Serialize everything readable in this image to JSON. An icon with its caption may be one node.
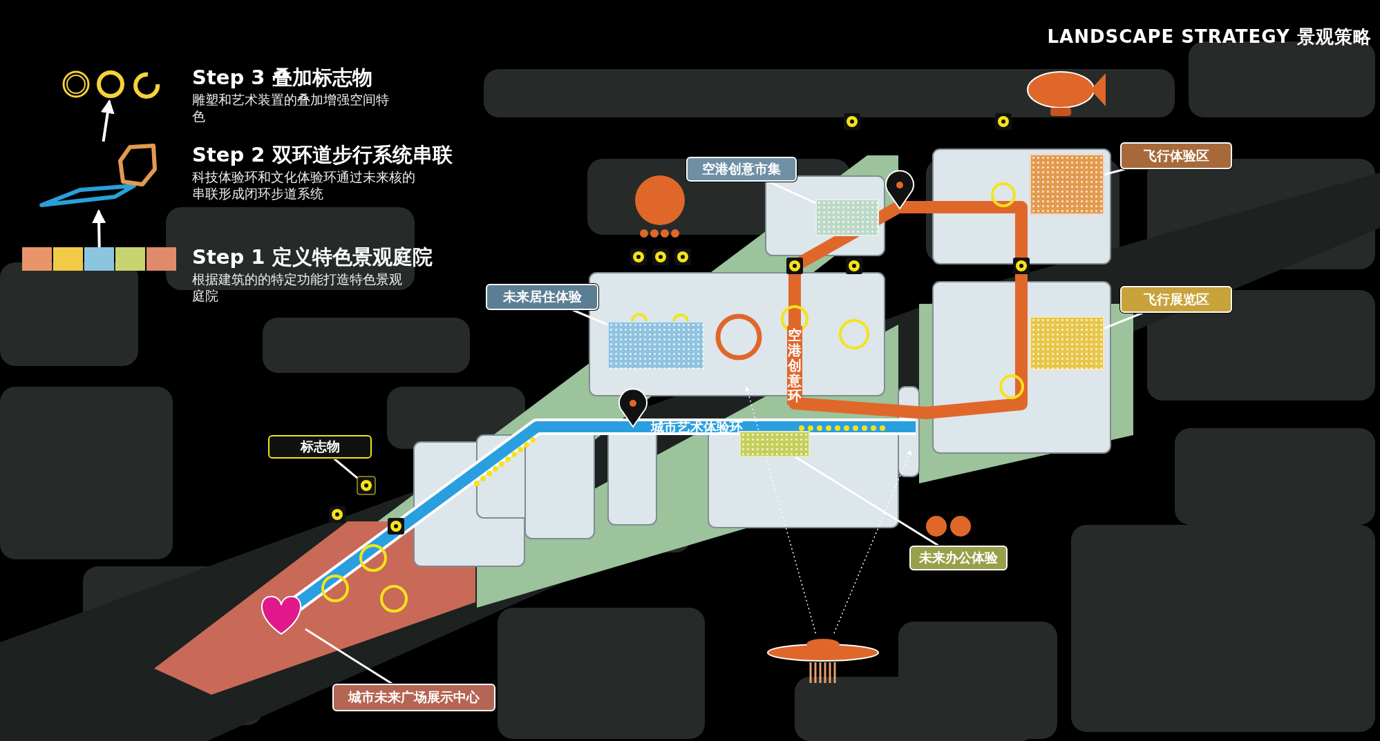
{
  "diagram": {
    "title": "LANDSCAPE STRATEGY 景观策略",
    "nodes": [
      {
        "text": [
          "Step 3 叠加标志物",
          "雕塑和艺术装置的叠加增强空间特色"
        ]
      },
      {
        "text": [
          "Step 2 双环道步行系统串联",
          "科技体验环和文化体验环通过未来核的串联形成闭环步道系统"
        ]
      },
      {
        "text": [
          "Step 1 定义特色景观庭院",
          "根据建筑的的特定功能打造特色景观庭院"
        ]
      },
      {
        "text": [],
        "shape": "picture"
      },
      {
        "text": [],
        "shape": "picture"
      },
      {
        "text": [],
        "shape": "picture"
      },
      {
        "text": [
          "空港创意市集"
        ]
      },
      {
        "text": [
          "未来居住体验"
        ]
      },
      {
        "text": [
          "飞行体验区"
        ]
      },
      {
        "text": [
          "飞行展览区"
        ]
      },
      {
        "text": [
          "未来办公体验"
        ]
      },
      {
        "text": [
          "标志物"
        ]
      },
      {
        "text": [
          "城市未来广场展示中心"
        ]
      },
      {
        "text": [],
        "shape": "box"
      },
      {
        "text": [],
        "shape": "box"
      },
      {
        "text": [],
        "shape": "box"
      },
      {
        "text": [],
        "shape": "box"
      },
      {
        "text": [],
        "shape": "box"
      },
      {
        "text": [],
        "shape": "picture"
      },
      {
        "text": [],
        "shape": "picture"
      },
      {
        "text": [],
        "shape": "picture"
      }
    ],
    "edges": [
      {
        "from": 5,
        "to": 4,
        "arrow": "to"
      },
      {
        "from": 4,
        "to": 3,
        "arrow": "to"
      },
      {
        "from": 6,
        "to": 13,
        "arrow": "none"
      },
      {
        "from": 7,
        "to": 14,
        "arrow": "none"
      },
      {
        "from": 8,
        "to": 15,
        "arrow": "none"
      },
      {
        "from": 9,
        "to": 16,
        "arrow": "none"
      },
      {
        "from": 10,
        "to": 17,
        "arrow": "none"
      },
      {
        "from": 11,
        "to": 18,
        "arrow": "none"
      },
      {
        "from": 12,
        "to": 19,
        "arrow": "none"
      },
      {
        "from": 20,
        "to": null,
        "arrow": "to",
        "style": "dashed"
      },
      {
        "from": 20,
        "to": null,
        "arrow": "to",
        "style": "dashed"
      }
    ],
    "labels": [
      "城市艺术体验环",
      "空港创意环"
    ]
  }
}
